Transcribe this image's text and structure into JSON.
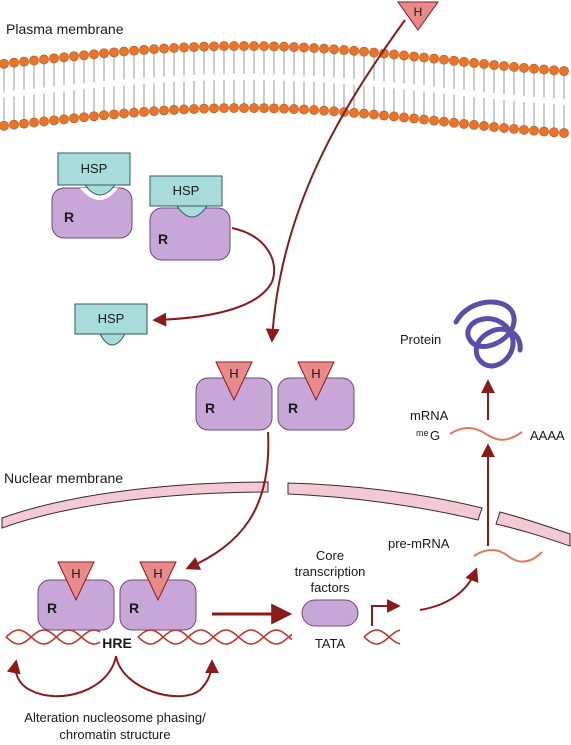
{
  "labels": {
    "plasma_membrane": "Plasma membrane",
    "nuclear_membrane": "Nuclear membrane",
    "hsp": "HSP",
    "receptor": "R",
    "hormone": "H",
    "protein": "Protein",
    "mrna": "mRNA",
    "cap_prefix": "me",
    "cap": "G",
    "polya": "AAAA",
    "pre_mrna": "pre-mRNA",
    "core_tf_line1": "Core",
    "core_tf_line2": "transcription",
    "core_tf_line3": "factors",
    "tata": "TATA",
    "hre": "HRE",
    "alteration_line1": "Alteration nucleosome phasing/",
    "alteration_line2": "chromatin structure"
  },
  "colors": {
    "lipid_head": "#e8742a",
    "lipid_tail": "#9a9a9a",
    "hsp": "#a8dcdc",
    "receptor": "#c9a6d8",
    "hormone": "#e88a8a",
    "arrow": "#8b1a1a",
    "nuclear_membrane": "#f2c9d4",
    "dna": "#c0392b",
    "protein": "#5a4fa8",
    "mrna": "#e07a5a"
  }
}
